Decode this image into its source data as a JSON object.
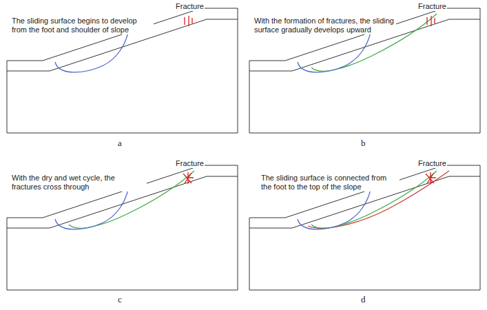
{
  "diagram": {
    "labels": [
      "The sliding surface begins to develop from the foot and shoulder of slope",
      "Fracture",
      "a",
      "With the formation of fractures, the sliding surface gradually develops upward",
      "Fracture",
      "b",
      "With the dry and wet cycle, the fractures cross through",
      "Fracture",
      "c",
      "The sliding surface is connected from the foot to the top of the slope",
      "Fracture",
      "d"
    ]
  }
}
